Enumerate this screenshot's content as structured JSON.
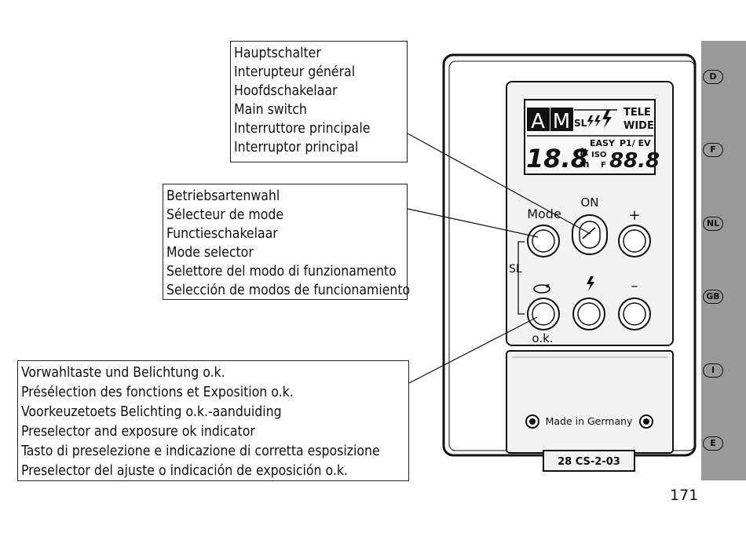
{
  "callouts": {
    "main_switch": [
      "Hauptschalter",
      "Interupteur général",
      "Hoofdschakelaar",
      "Main switch",
      "Interruttore principale",
      "Interruptor principal"
    ],
    "mode_selector": [
      "Betriebsartenwahl",
      "Sélecteur de mode",
      "Functieschakelaar",
      "Mode selector",
      "Selettore del modo di funzionamento",
      "Selección de modos de funcionamiento"
    ],
    "preselector": [
      "Vorwahltaste und Belichtung o.k.",
      "Présélection des fonctions et Exposition o.k.",
      "Voorkeuzetoets Belichting o.k.-aanduiding",
      "Preselector and exposure ok indicator",
      "Tasto di preselezione e indicazione di corretta esposizione",
      "Preselector del ajuste o indicación de exposición o.k."
    ]
  },
  "device": {
    "lcd": {
      "mode_a": "A",
      "mode_m": "M",
      "sl": "SL",
      "tele": "TELE",
      "wide": "WIDE",
      "distance": "18.8",
      "ft": "ft",
      "m": "m",
      "easy": "EASY",
      "p1ev": "P1/ EV",
      "iso": "ISO",
      "f": "F",
      "value": "88.8"
    },
    "labels": {
      "mode": "Mode",
      "on": "ON",
      "plus": "+",
      "minus": "–",
      "sl": "SL",
      "ok": "o.k.",
      "flash_symbol": "ϟ"
    },
    "made_in": "Made in Germany",
    "model": "28 CS-2-03"
  },
  "sidebar": {
    "languages": [
      "D",
      "F",
      "NL",
      "GB",
      "I",
      "E"
    ]
  },
  "page_number": "171",
  "colors": {
    "sidebar": "#9a9a9a",
    "line": "#111111",
    "device_panel": "#f2f2f2"
  }
}
